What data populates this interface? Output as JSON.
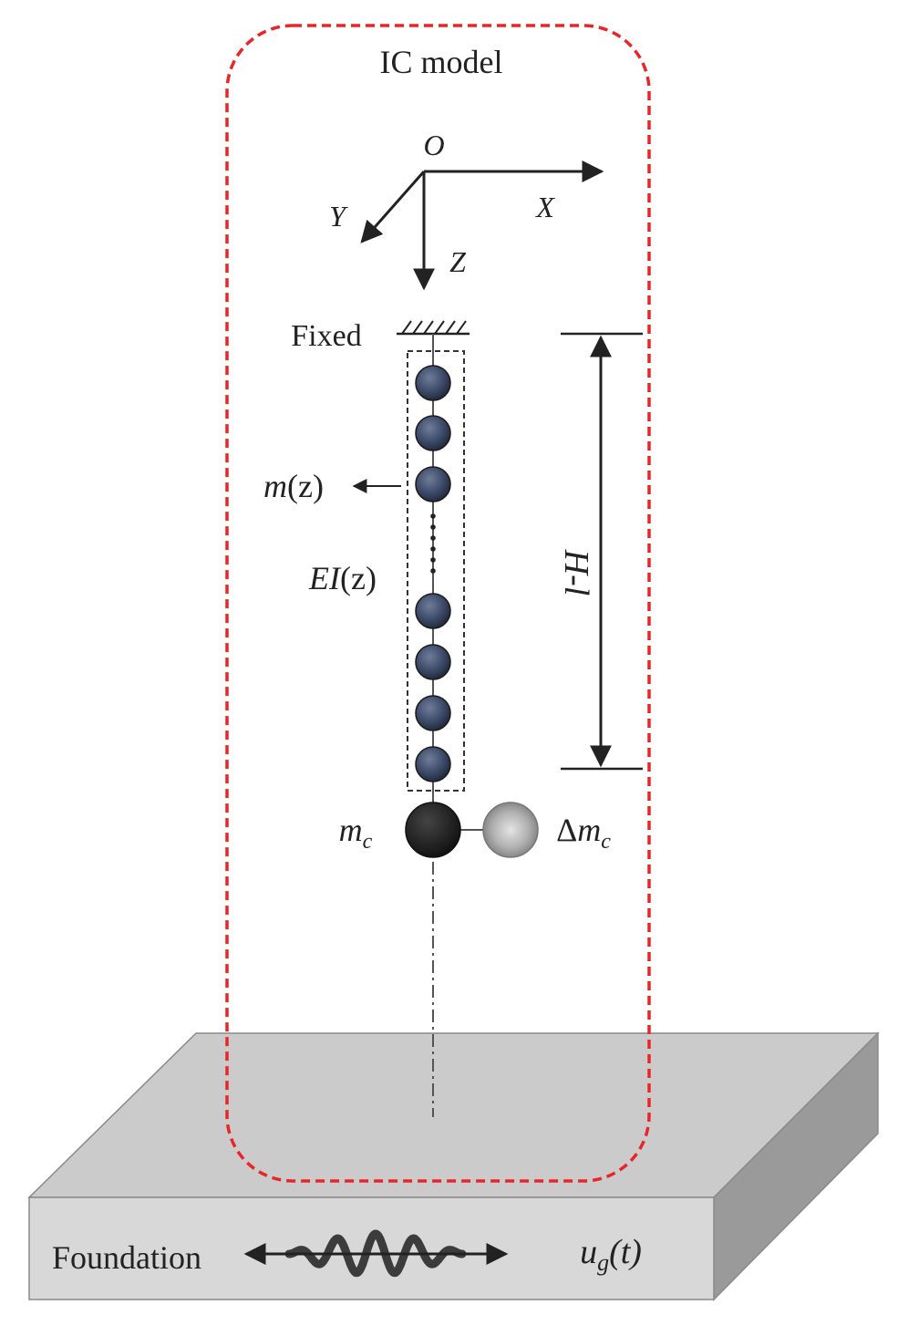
{
  "model_title": "IC model",
  "axes": {
    "origin": "O",
    "x": "X",
    "y": "Y",
    "z": "Z"
  },
  "support": {
    "label": "Fixed"
  },
  "distributed_mass": {
    "symbol": "m",
    "arg": "(z)"
  },
  "stiffness": {
    "symbol": "EI",
    "arg": "(z)"
  },
  "length": {
    "label": "H-l"
  },
  "lumped_mass": {
    "symbol": "m",
    "subscript": "c"
  },
  "added_mass": {
    "prefix": "Δ",
    "symbol": "m",
    "subscript": "c"
  },
  "foundation": {
    "label": "Foundation"
  },
  "excitation": {
    "symbol": "u",
    "subscript": "g",
    "arg": "(t)"
  },
  "colors": {
    "boundary": "#e8262a",
    "ink": "#222222",
    "bead_fill": "#3f4d6c",
    "lumped_mass_fill": "#1e1e1e",
    "added_mass_fill": "#a9a9a9",
    "slab_front": "#d8d8d8",
    "slab_top": "#cbcbcb",
    "slab_side": "#9a9a9a",
    "wave": "#3c3c3c"
  }
}
